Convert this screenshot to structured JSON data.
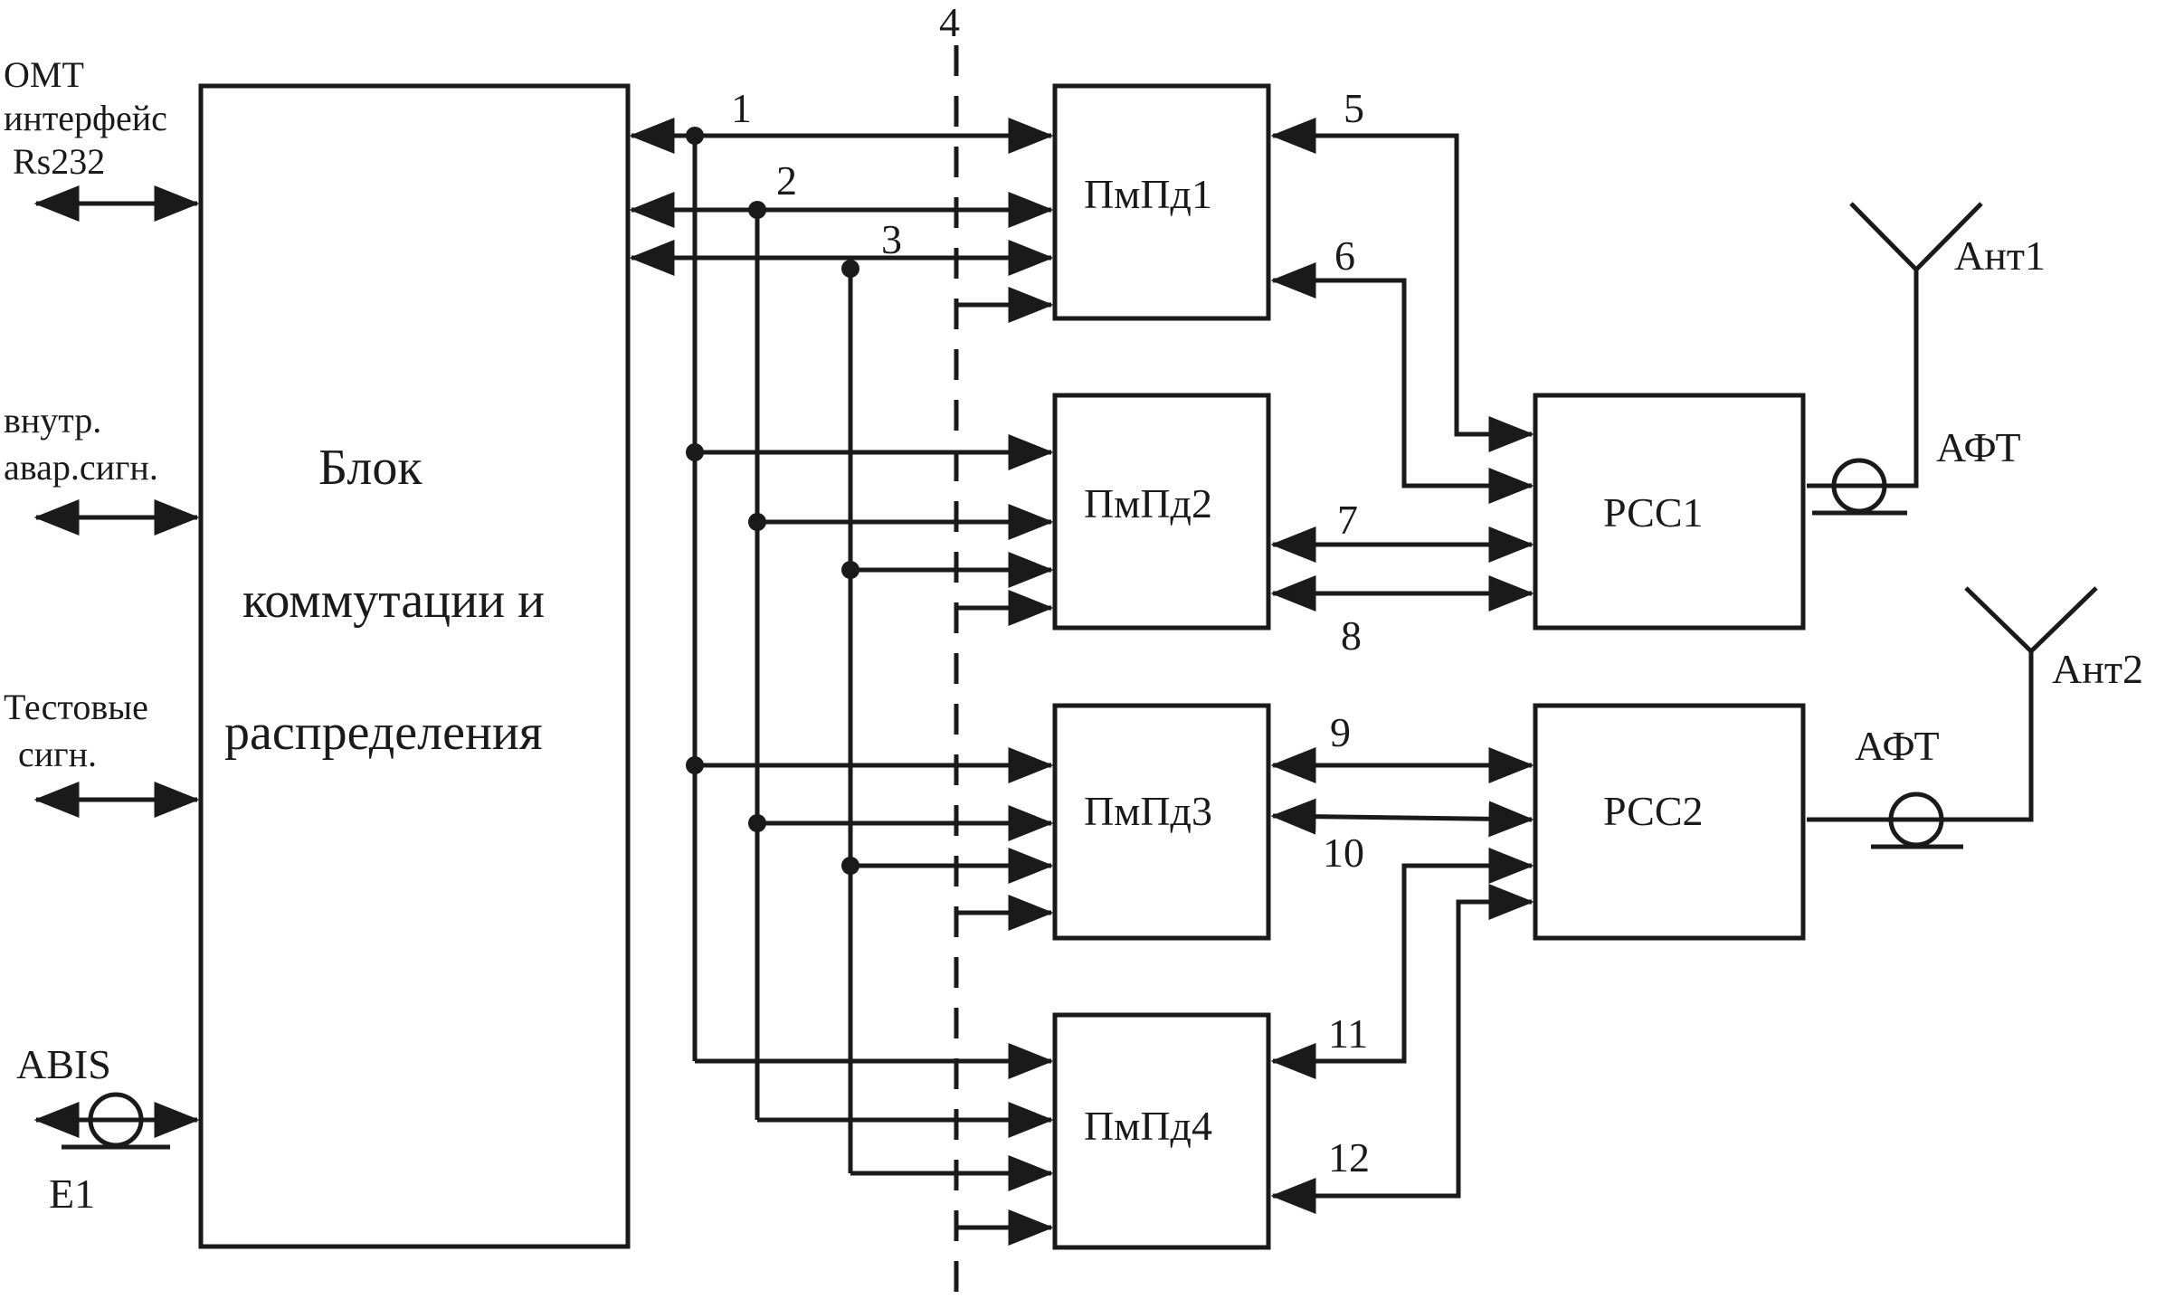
{
  "left_labels": {
    "omt_line1": "OMT",
    "omt_line2": "интерфейс",
    "omt_line3": "Rs232",
    "alarm_line1": "внутр.",
    "alarm_line2": "авар.сигн.",
    "test_line1": "Тестовые",
    "test_line2": "сигн.",
    "abis": "ABIS",
    "e1": "E1"
  },
  "main_block": {
    "line1": "Блок",
    "line2": "коммутации и",
    "line3": "распределения"
  },
  "boundary_label": "4",
  "pmpd": [
    "ПмПд1",
    "ПмПд2",
    "ПмПд3",
    "ПмПд4"
  ],
  "rss": [
    "РСС1",
    "РСС2"
  ],
  "bus_numbers": [
    "1",
    "2",
    "3"
  ],
  "link_numbers": [
    "5",
    "6",
    "7",
    "8",
    "9",
    "10",
    "11",
    "12"
  ],
  "antennas": {
    "ant1": "Ант1",
    "ant2": "Ант2",
    "aft1": "АФТ",
    "aft2": "АФТ"
  }
}
